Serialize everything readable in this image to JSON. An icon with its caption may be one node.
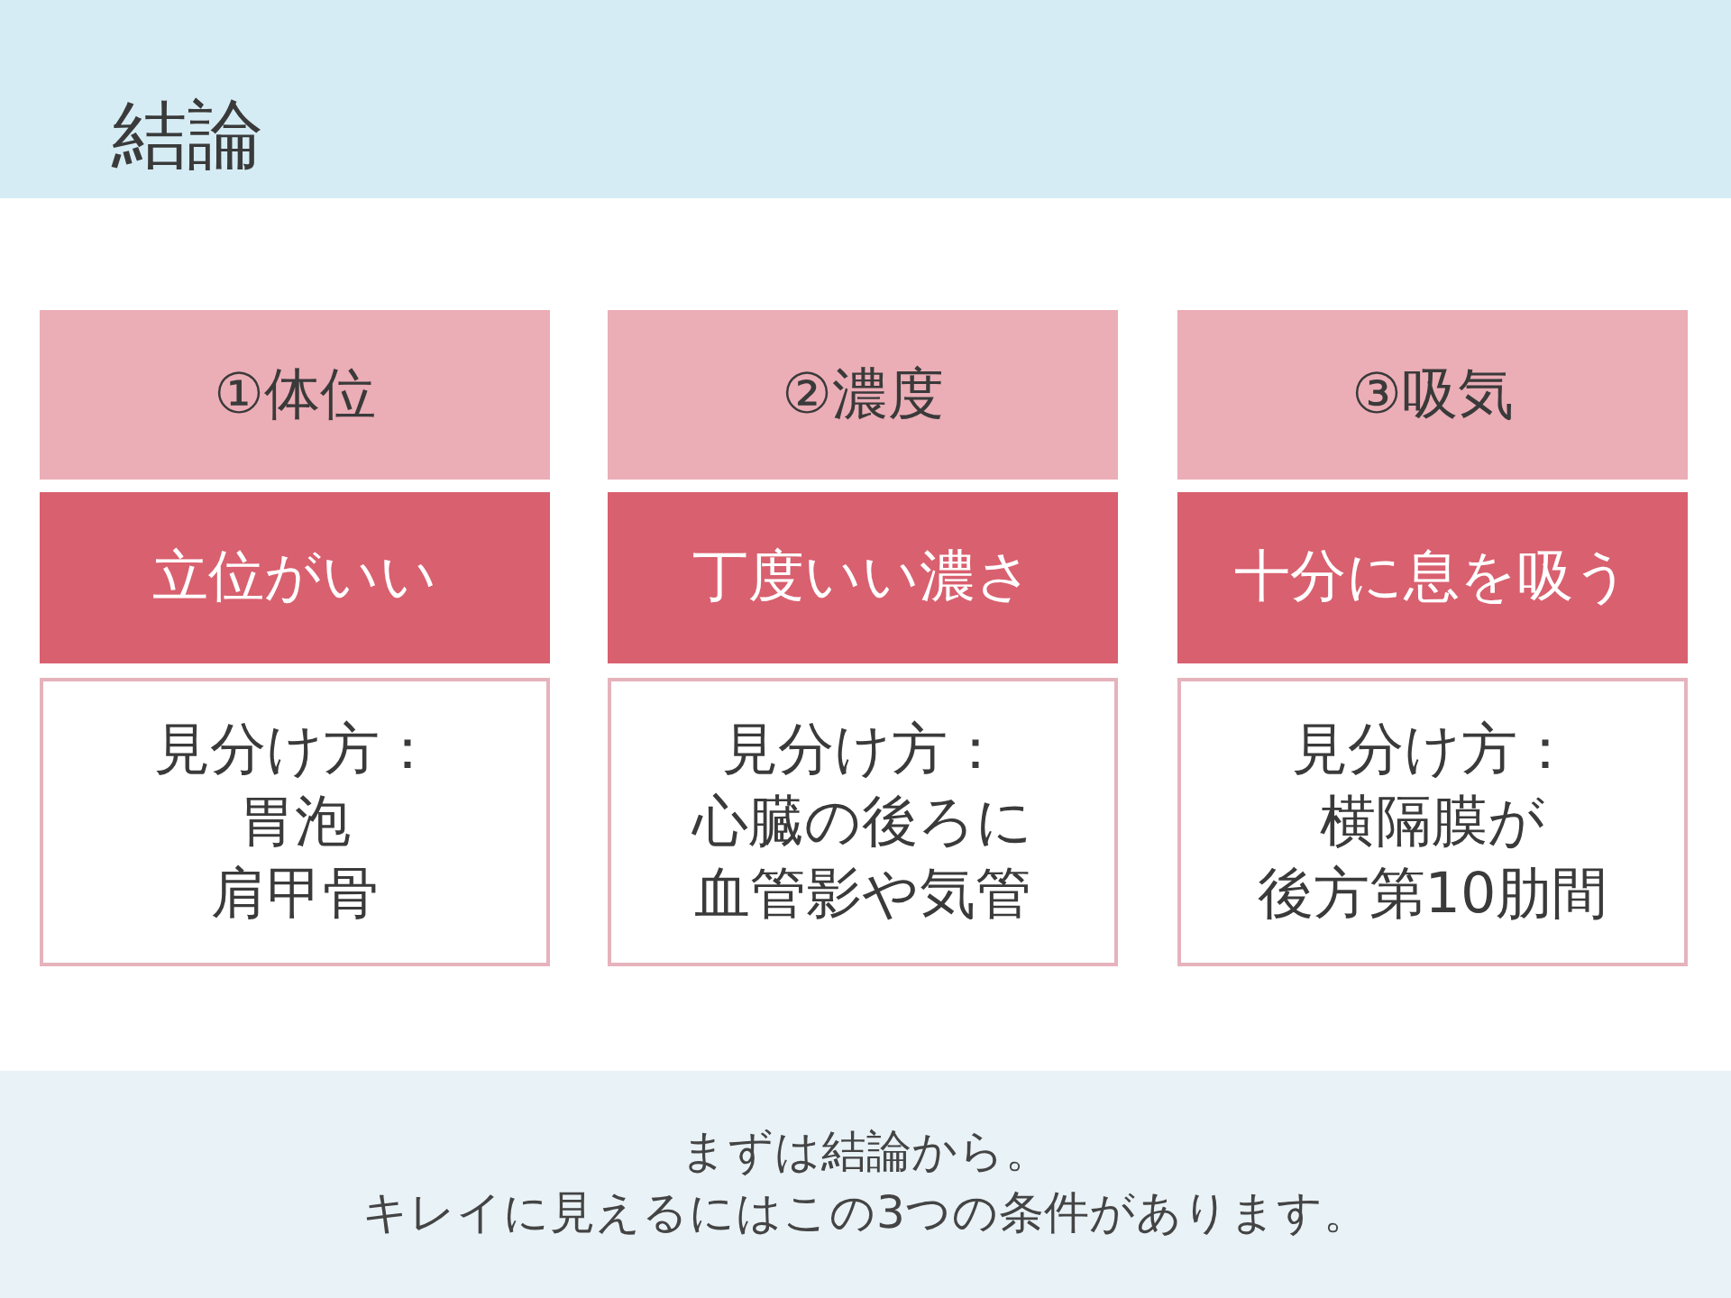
{
  "diagram": {
    "title": "結論",
    "nodes": [
      {
        "text": [
          "①体位"
        ]
      },
      {
        "text": [
          "②濃度"
        ]
      },
      {
        "text": [
          "③吸気"
        ]
      },
      {
        "text": [
          "立位がいい"
        ]
      },
      {
        "text": [
          "丁度いい濃さ"
        ]
      },
      {
        "text": [
          "十分に息を吸う"
        ]
      },
      {
        "text": [
          "見分け方：",
          "胃泡",
          "肩甲骨"
        ]
      },
      {
        "text": [
          "見分け方：",
          "心臓の後ろに",
          "血管影や気管"
        ]
      },
      {
        "text": [
          "見分け方：",
          "横隔膜が",
          "後方第10肋間"
        ]
      }
    ],
    "labels": [
      "まずは結論から。",
      "キレイに見えるにはこの3つの条件があります。"
    ]
  }
}
